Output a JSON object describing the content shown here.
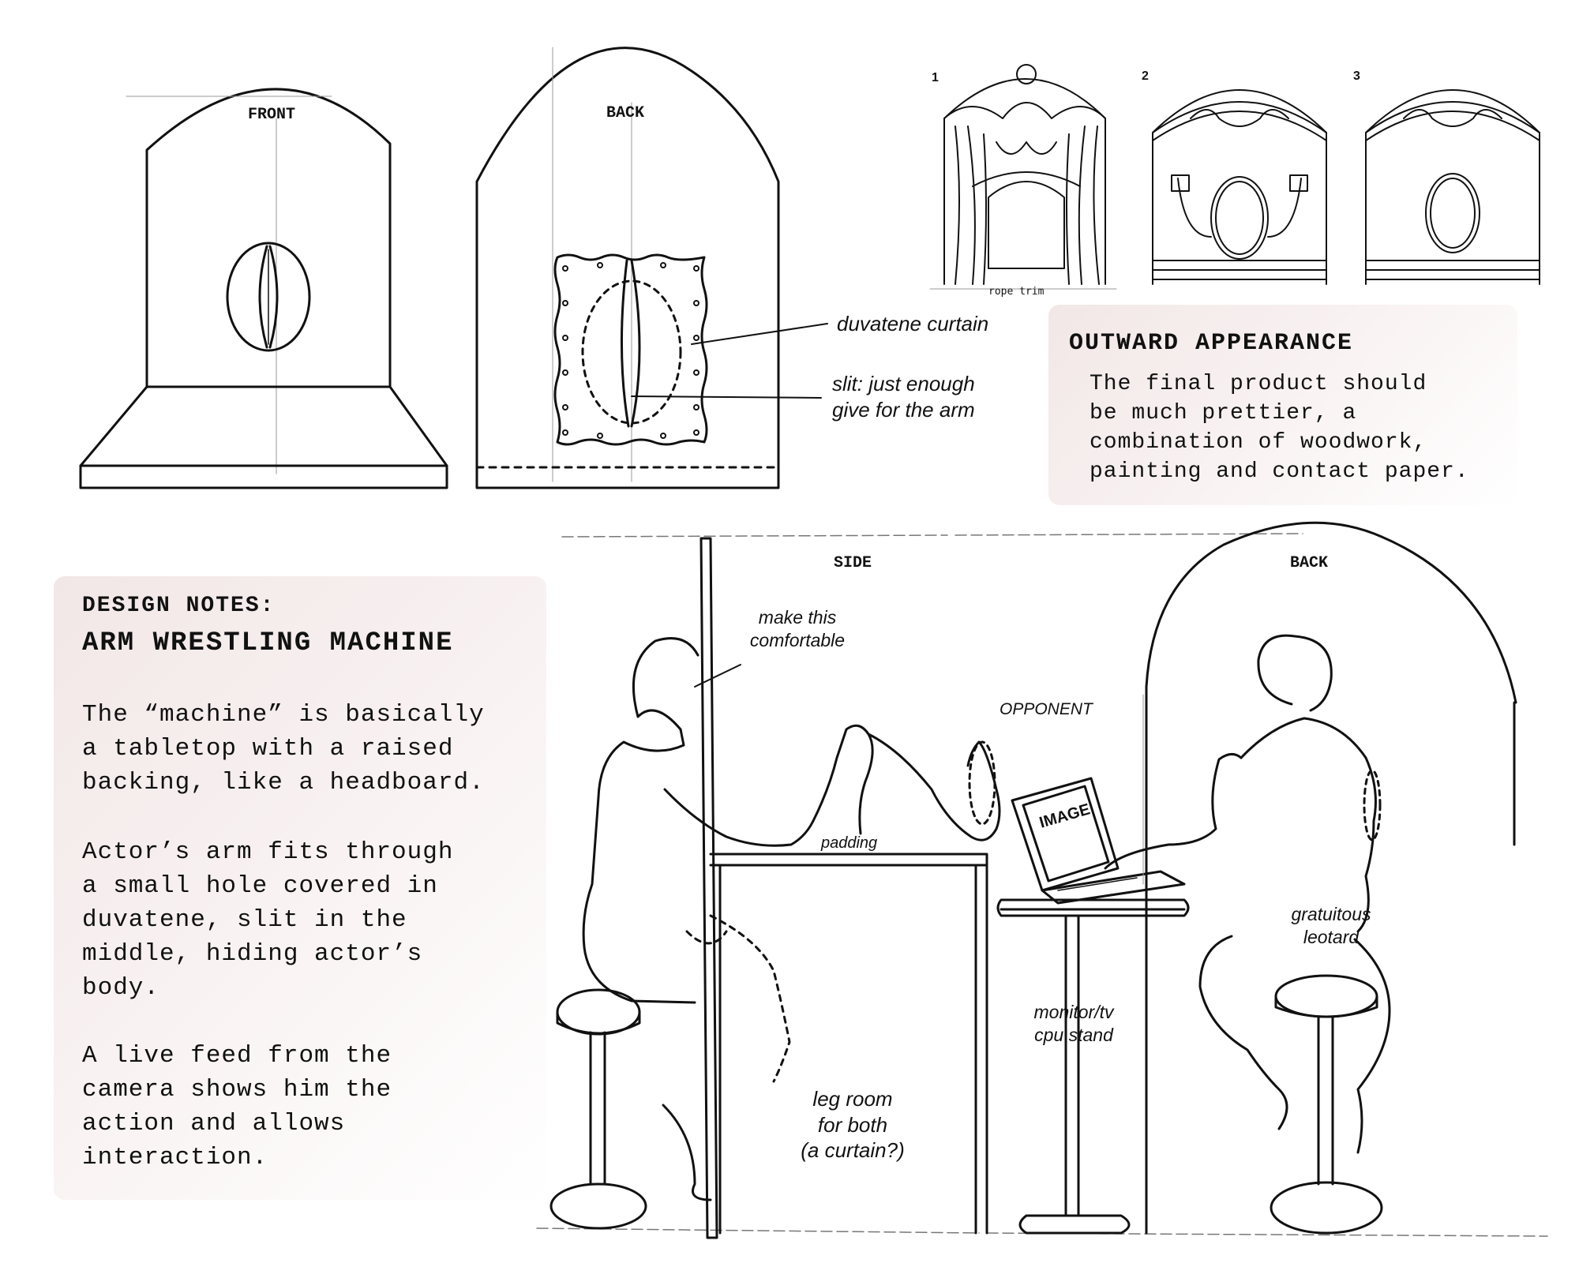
{
  "views": {
    "front": "FRONT",
    "back_top": "BACK",
    "side": "SIDE",
    "back_bottom": "BACK"
  },
  "thumbnails": {
    "one": "1",
    "two": "2",
    "three": "3",
    "rope_trim": "rope trim"
  },
  "labels": {
    "duvatene_curtain": "duvatene curtain",
    "slit": "slit: just enough\ngive for the arm",
    "make_comfortable": "make this\ncomfortable",
    "opponent": "OPPONENT",
    "padding": "padding",
    "image": "IMAGE",
    "gratuitous_leotard": "gratuitous\nleotard",
    "monitor_stand": "monitor/tv\ncpu stand",
    "leg_room": "leg room\nfor both\n(a curtain?)"
  },
  "outward": {
    "title": "OUTWARD APPEARANCE",
    "text": "The final product should\nbe much prettier, a\ncombination of woodwork,\npainting and contact paper."
  },
  "notes": {
    "heading": "DESIGN NOTES:",
    "title": "ARM WRESTLING MACHINE",
    "p1": "The “machine” is basically\na tabletop with a raised\nbacking, like a headboard.",
    "p2": "Actor’s arm fits through\na small hole covered in\nduvatene, slit in the\nmiddle, hiding actor’s\nbody.",
    "p3": "A live feed from the\ncamera shows him the\naction and allows\ninteraction."
  }
}
